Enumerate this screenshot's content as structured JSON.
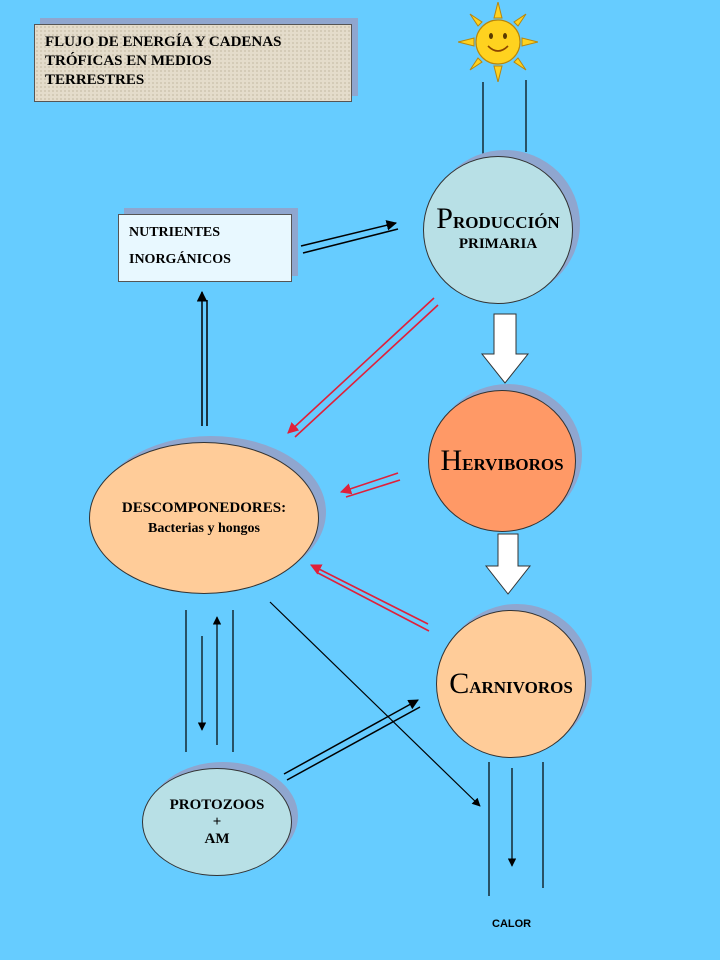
{
  "title": [
    "FLUJO DE ENERGÍA Y CADENAS",
    "TRÓFICAS EN MEDIOS",
    "TERRESTRES"
  ],
  "nutrients": [
    "NUTRIENTES",
    "INORGÁNICOS"
  ],
  "production": {
    "cap": "P",
    "rest": "RODUCCIÓN",
    "line2": "PRIMARIA"
  },
  "herbivores": {
    "cap": "H",
    "rest": "ERVIBOROS"
  },
  "carnivores": {
    "cap": "C",
    "rest": "ARNIVOROS"
  },
  "decomposers": {
    "line1": "DESCOMPONEDORES:",
    "line2": "Bacterias y hongos"
  },
  "protozoa": {
    "line1": "PROTOZOOS",
    "line2": "+",
    "line3": "AM"
  },
  "heat_label": "CALOR",
  "colors": {
    "background": "#66ccff",
    "production": "#b8e0e6",
    "herbivores": "#ff9966",
    "carnivores": "#ffcc99",
    "decomposers": "#ffcc99",
    "protozoa": "#b8e0e6",
    "red_arrow": "#e0203a",
    "sun": "#ffd21f"
  }
}
